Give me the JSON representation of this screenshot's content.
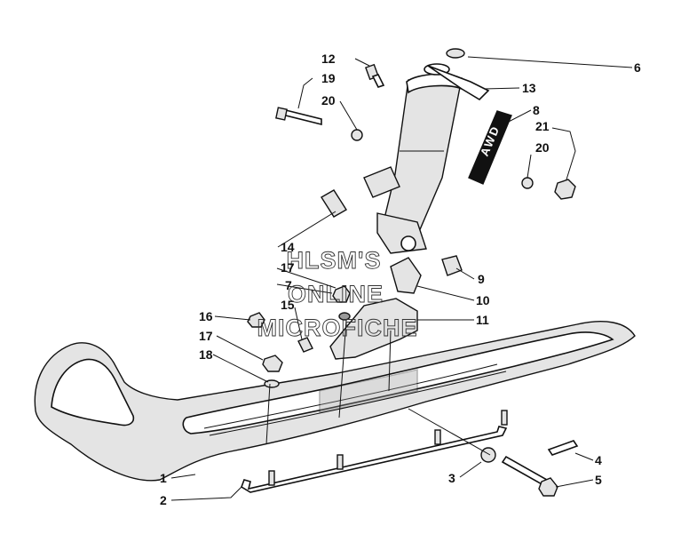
{
  "callouts": {
    "c1": "1",
    "c2": "2",
    "c3": "3",
    "c4": "4",
    "c5": "5",
    "c6": "6",
    "c7": "7",
    "c8": "8",
    "c9": "9",
    "c10": "10",
    "c11": "11",
    "c12": "12",
    "c13": "13",
    "c14": "14",
    "c15": "15",
    "c16": "16",
    "c17a": "17",
    "c17b": "17",
    "c18": "18",
    "c19": "19",
    "c20a": "20",
    "c20b": "20",
    "c21": "21"
  },
  "watermark": {
    "line1": "HLSM'S",
    "line2": "ONLINE",
    "line3": "MICROFICHE"
  },
  "decal_text": "AWD"
}
